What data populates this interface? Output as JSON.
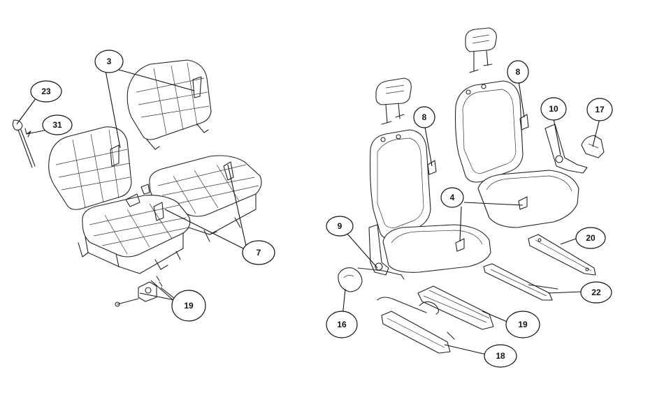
{
  "callouts": {
    "c3": "3",
    "c23": "23",
    "c31": "31",
    "c7": "7",
    "c19a": "19",
    "c8a": "8",
    "c8b": "8",
    "c10": "10",
    "c17": "17",
    "c4": "4",
    "c9": "9",
    "c20": "20",
    "c22": "22",
    "c16": "16",
    "c19b": "19",
    "c18": "18"
  }
}
